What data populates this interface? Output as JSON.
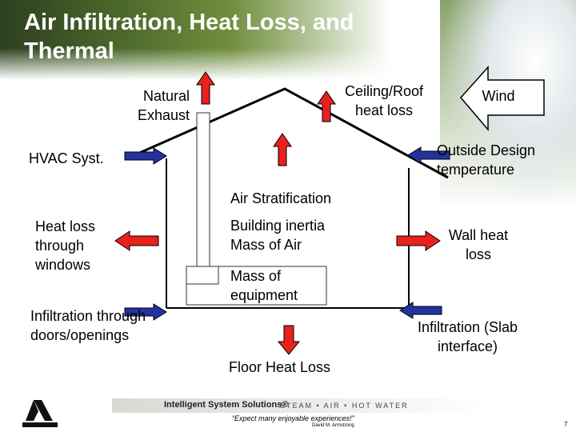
{
  "title": "Air Infiltration, Heat Loss, and Thermal",
  "labels": {
    "natural_exhaust": "Natural Exhaust",
    "ceiling_roof": "Ceiling/Roof heat loss",
    "wind": "Wind",
    "hvac": "HVAC Syst.",
    "outside_design": "Outside Design temperature",
    "air_strat": "Air Stratification",
    "heat_loss_windows": "Heat loss through windows",
    "building_inertia": "Building inertia Mass of Air",
    "wall_heat_loss": "Wall heat loss",
    "mass_equipment": "Mass of equipment",
    "infiltration_doors": "Infiltration through doors/openings",
    "infiltration_slab": "Infiltration (Slab interface)",
    "floor_heat_loss": "Floor Heat Loss"
  },
  "footer": {
    "company": "Intelligent System Solutions®",
    "tagline_small": "STEAM • AIR • HOT WATER",
    "quote": "“Expect many enjoyable experiences!”",
    "author": "David M. Armstrong",
    "page": "7"
  },
  "colors": {
    "red_arrow": "#e8211f",
    "blue_arrow": "#2233a0"
  }
}
